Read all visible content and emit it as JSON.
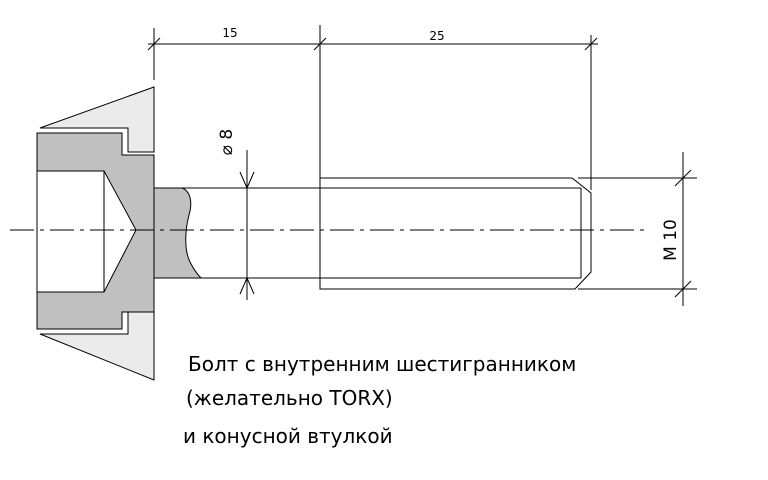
{
  "drawing": {
    "dimensions": {
      "head_to_thread_length": "15",
      "thread_length": "25",
      "shank_diameter": "⌀ 8",
      "thread_size": "M 10"
    },
    "colors": {
      "section_fill": "#c0c0c0",
      "bushing_fill": "#ebebeb",
      "line": "#000000"
    }
  },
  "caption": {
    "line1": "Болт с внутренним шестигранником",
    "line2": "(желательно TORX)",
    "line3": "и конусной втулкой"
  }
}
